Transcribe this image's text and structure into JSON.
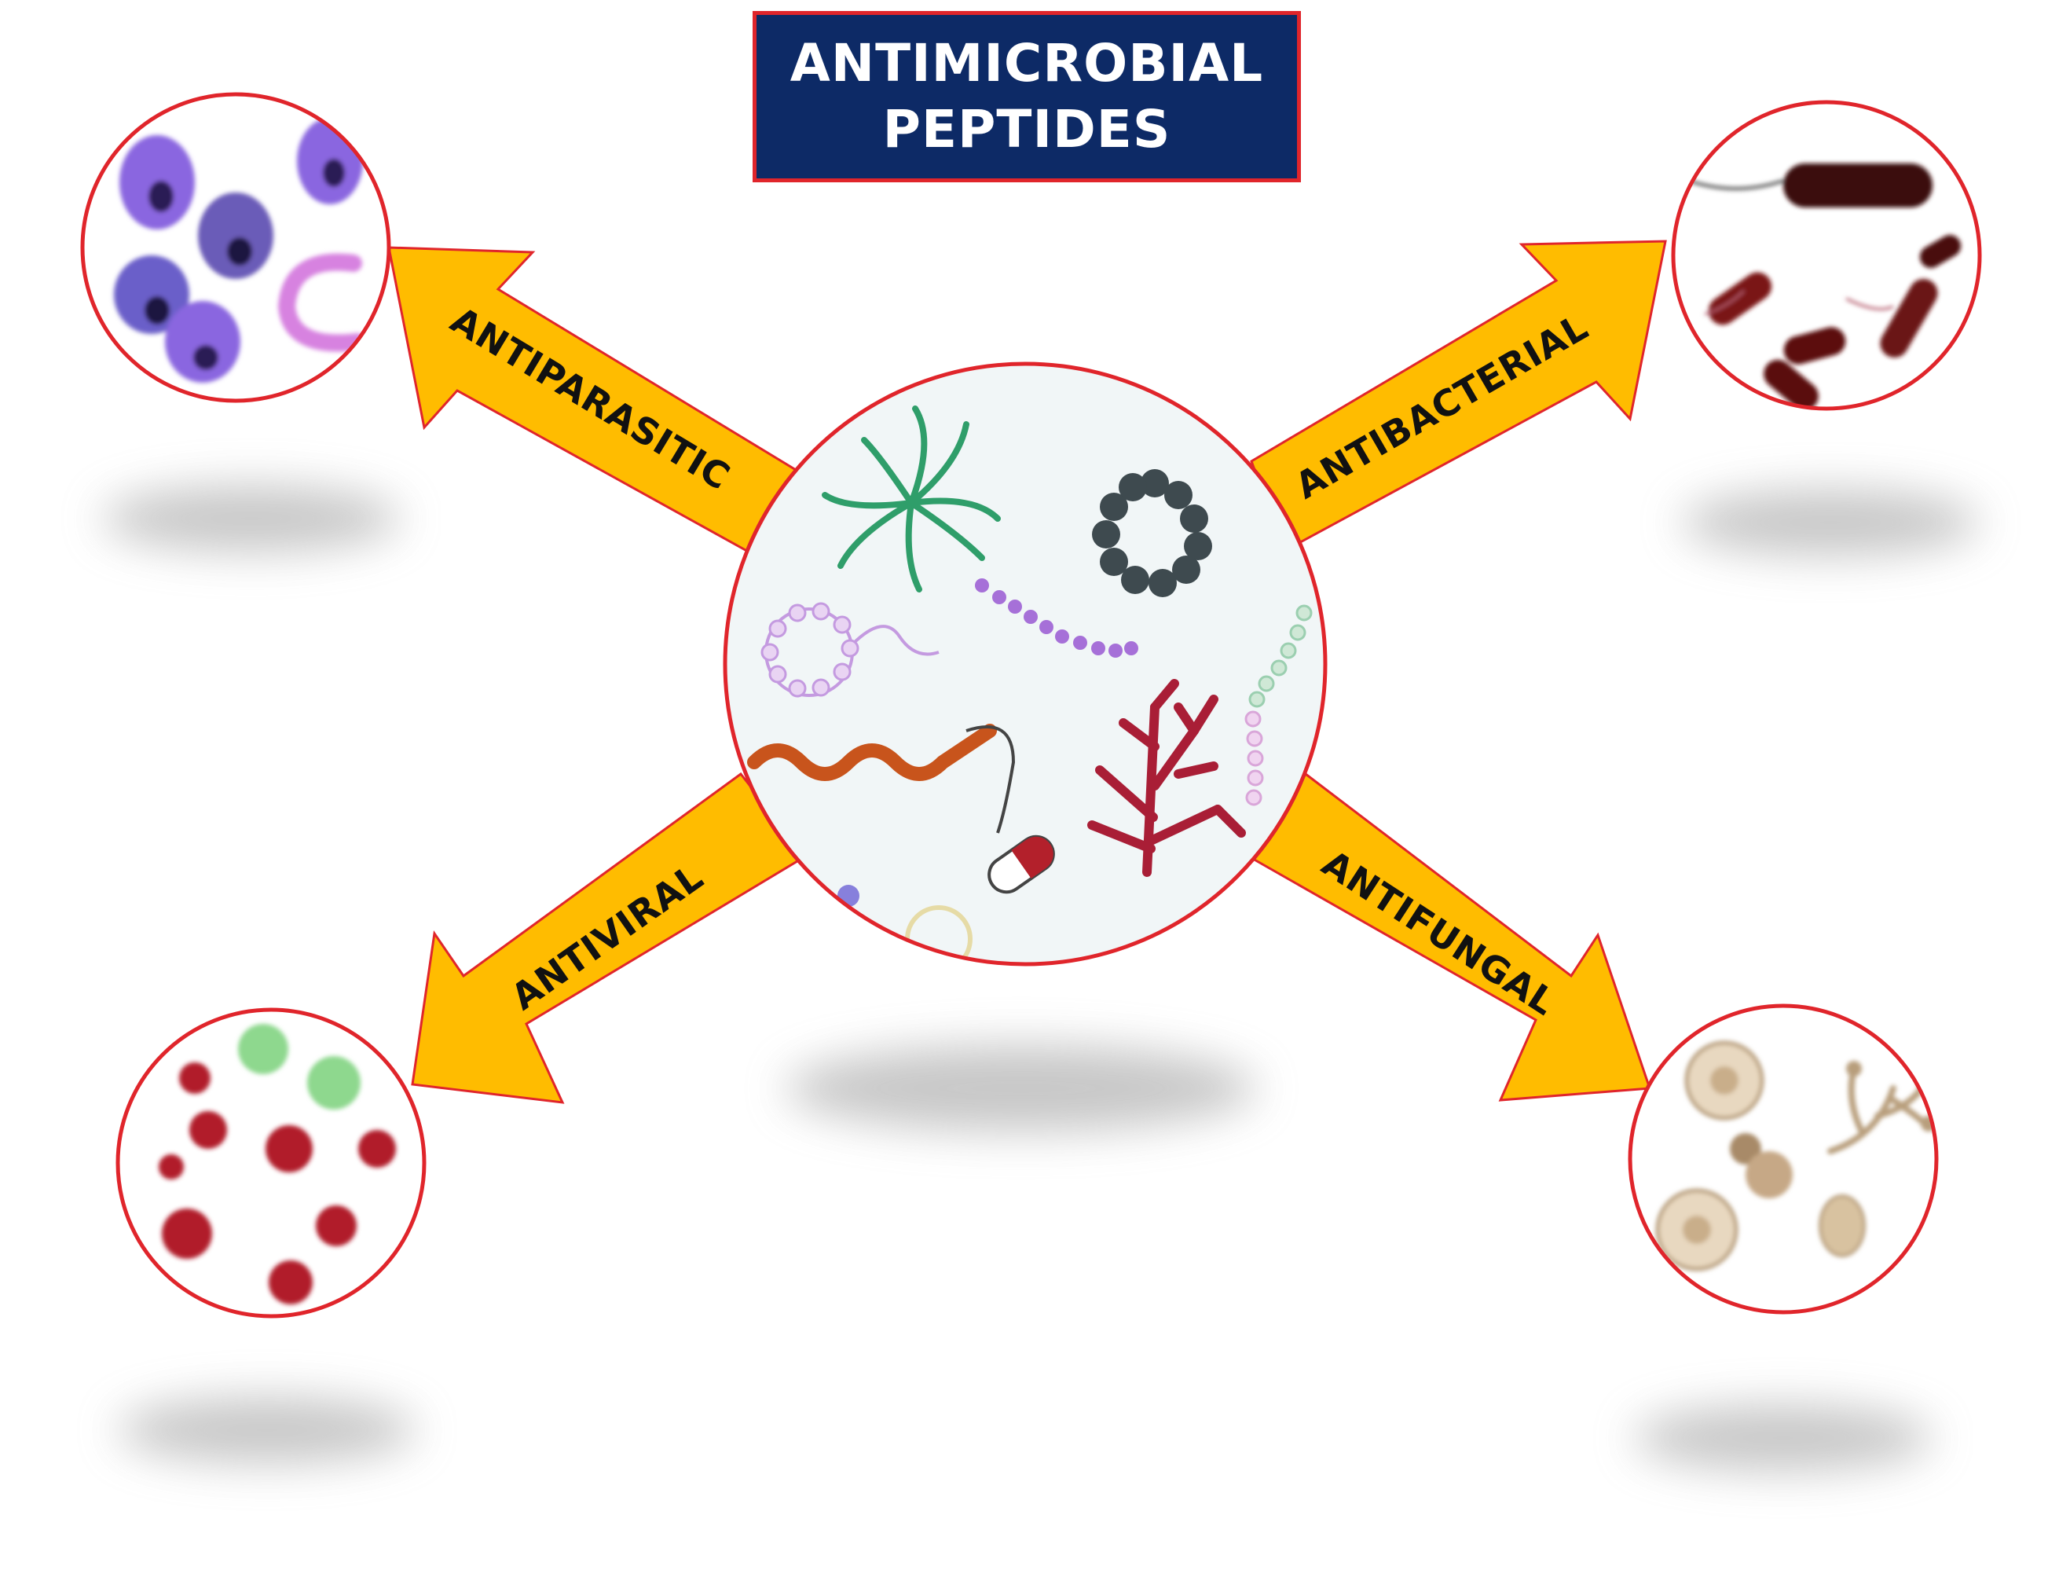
{
  "title": {
    "line1": "ANTIMICROBIAL",
    "line2": "PEPTIDES"
  },
  "branches": [
    {
      "id": "antiparasitic",
      "label": "ANTIPARASITIC",
      "icon": "parasite-cells-icon"
    },
    {
      "id": "antibacterial",
      "label": "ANTIBACTERIAL",
      "icon": "bacteria-icon"
    },
    {
      "id": "antiviral",
      "label": "ANTIVIRAL",
      "icon": "virus-particles-icon"
    },
    {
      "id": "antifungal",
      "label": "ANTIFUNGAL",
      "icon": "fungi-spores-icon"
    }
  ],
  "center": {
    "icon": "peptide-structures-icon"
  },
  "colors": {
    "title_bg": "#0d2a66",
    "border_red": "#e0252b",
    "arrow_fill": "#ffbc00"
  }
}
